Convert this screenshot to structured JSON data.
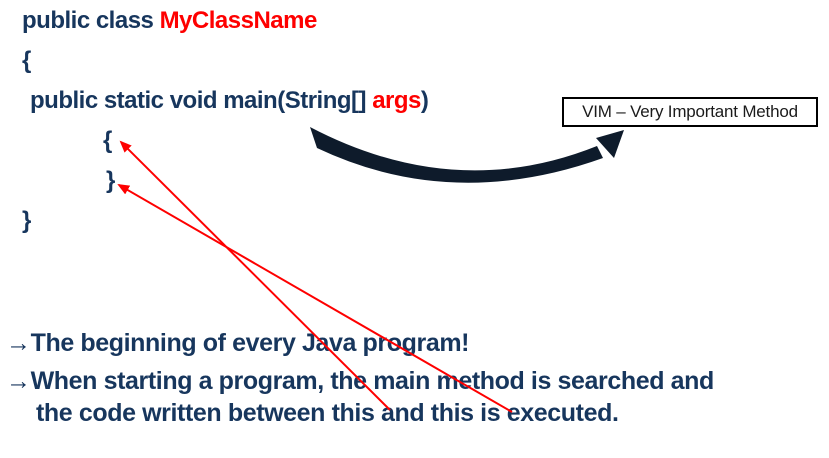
{
  "slide": {
    "background": "#FFFFFF"
  },
  "code": {
    "line1_keyword": "public class ",
    "line1_classname": "MyClassName",
    "brace_open_outer": "{",
    "main_prefix": "public static void main(String[] ",
    "main_args": "args",
    "main_suffix": ")",
    "brace_open_inner": "{",
    "brace_close_inner": "}",
    "brace_close_outer": "}"
  },
  "callout": {
    "label": "VIM – Very Important Method"
  },
  "notes": {
    "line1": "→The beginning of every Java program!",
    "line2": "→When starting a program, the main method is searched and",
    "line3": "the code written between this and this is executed."
  },
  "colors": {
    "code_navy": "#17365D",
    "highlight_red": "#FE0000",
    "pointer_line_red": "#FE0000",
    "curved_arrow_black": "#0E1B2B",
    "callout_border": "#000000",
    "callout_text": "#1B1B1B"
  }
}
